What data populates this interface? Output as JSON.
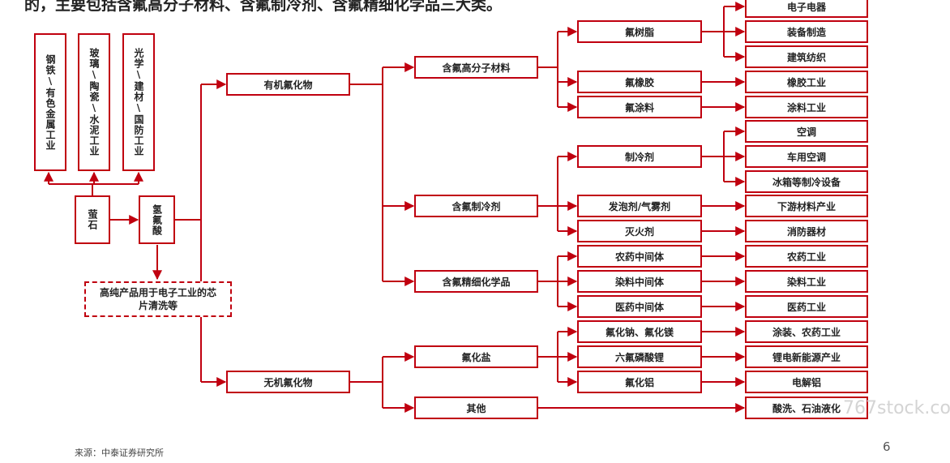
{
  "header_text": "的，主要包括含氟高分子材料、含氟制冷剂、含氟精细化学品三大类。",
  "upstream": {
    "left_boxes": [
      "钢铁\\有色金属工业",
      "玻璃\\陶瓷\\水泥工业",
      "光学\\建材\\国防工业"
    ],
    "fluorite": "萤石",
    "hf": "氢氟酸",
    "high_purity_note": "高纯产品用于电子工业的芯片清洗等"
  },
  "level1": {
    "organic": "有机氟化物",
    "inorganic": "无机氟化物"
  },
  "level2": {
    "polymer": "含氟高分子材料",
    "refrigerant": "含氟制冷剂",
    "fine_chem": "含氟精细化学品",
    "fluoride_salt": "氟化盐",
    "other": "其他"
  },
  "level3": {
    "resin": "氟树脂",
    "rubber": "氟橡胶",
    "coating": "氟涂料",
    "refrigerant_agent": "制冷剂",
    "foaming": "发泡剂/气雾剂",
    "extinguish": "灭火剂",
    "pesticide_int": "农药中间体",
    "dye_int": "染料中间体",
    "pharma_int": "医药中间体",
    "naf_mgf": "氟化钠、氟化镁",
    "lipf6": "六氟磷酸锂",
    "alf3": "氟化铝"
  },
  "level4": {
    "electronics": "电子电器",
    "equipment": "装备制造",
    "construction_textile": "建筑纺织",
    "rubber_industry": "橡胶工业",
    "coating_industry": "涂料工业",
    "ac": "空调",
    "car_ac": "车用空调",
    "fridge": "冰箱等制冷设备",
    "downstream_material": "下游材料产业",
    "fire_equipment": "消防器材",
    "pesticide_industry": "农药工业",
    "dye_industry": "染料工业",
    "pharma_industry": "医药工业",
    "coating_pesticide": "涂装、农药工业",
    "lithium_energy": "锂电新能源产业",
    "electrolytic_al": "电解铝",
    "pickling": "酸洗、石油液化"
  },
  "footer": {
    "source": "来源：中泰证券研究所",
    "page": "6",
    "watermark": "767stock.co"
  },
  "colors": {
    "accent": "#c0000f"
  }
}
